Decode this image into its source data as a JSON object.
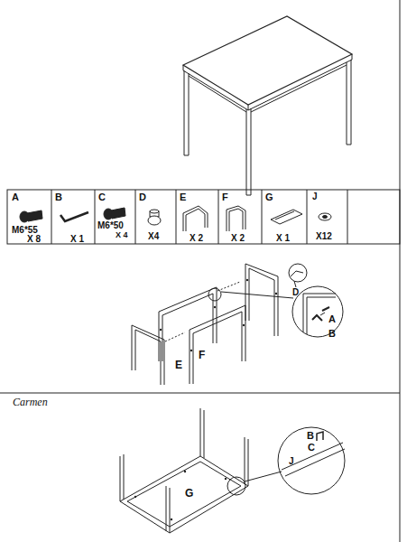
{
  "diagram": {
    "labels": [
      "A",
      "M6*55",
      "X 8",
      "B",
      "X 1",
      "C",
      "M6*50",
      "X 4",
      "D",
      "X4",
      "E",
      "X 2",
      "F",
      "X 2",
      "G",
      "X 1",
      "J",
      "X12",
      "D",
      "A",
      "B",
      "E",
      "F",
      "Carmen",
      "B",
      "C",
      "J",
      "G"
    ]
  }
}
